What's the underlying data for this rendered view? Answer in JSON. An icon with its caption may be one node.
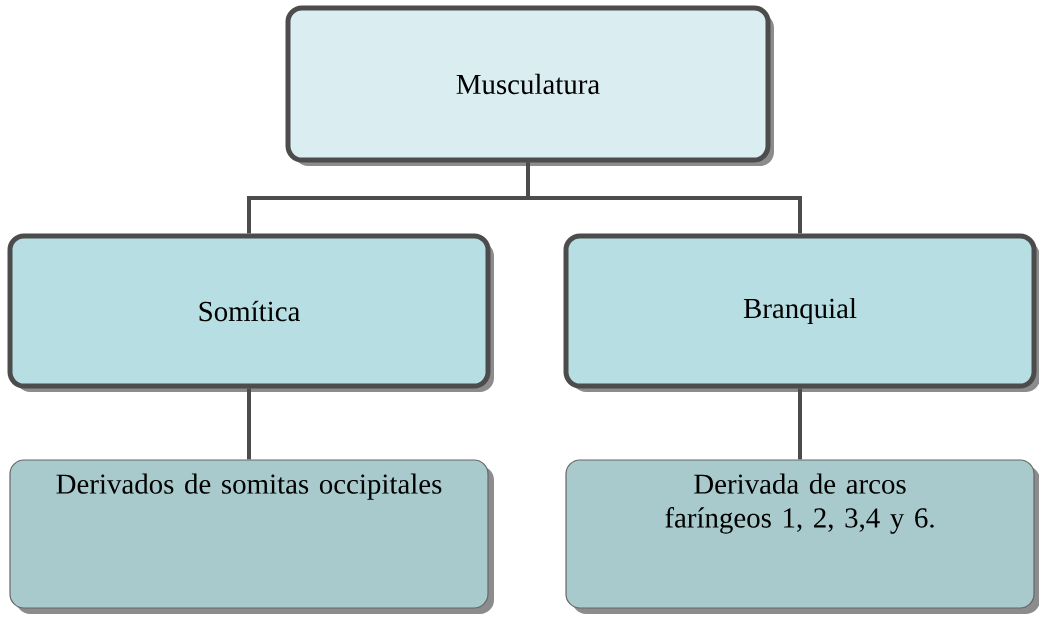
{
  "diagram": {
    "nodes": [
      {
        "text": [
          "Musculatura"
        ]
      },
      {
        "text": [
          "Somítica"
        ]
      },
      {
        "text": [
          "Branquial"
        ]
      },
      {
        "text": [
          "Derivados de somitas occipitales"
        ]
      },
      {
        "text": [
          "Derivada de arcos faríngeos 1, 2, 3,4 y 6."
        ]
      }
    ],
    "edges": [
      {
        "from": 0,
        "to": 1,
        "arrow": "none"
      },
      {
        "from": 0,
        "to": 2,
        "arrow": "none"
      },
      {
        "from": 1,
        "to": 3,
        "arrow": "none"
      },
      {
        "from": 2,
        "to": 4,
        "arrow": "none"
      }
    ]
  }
}
